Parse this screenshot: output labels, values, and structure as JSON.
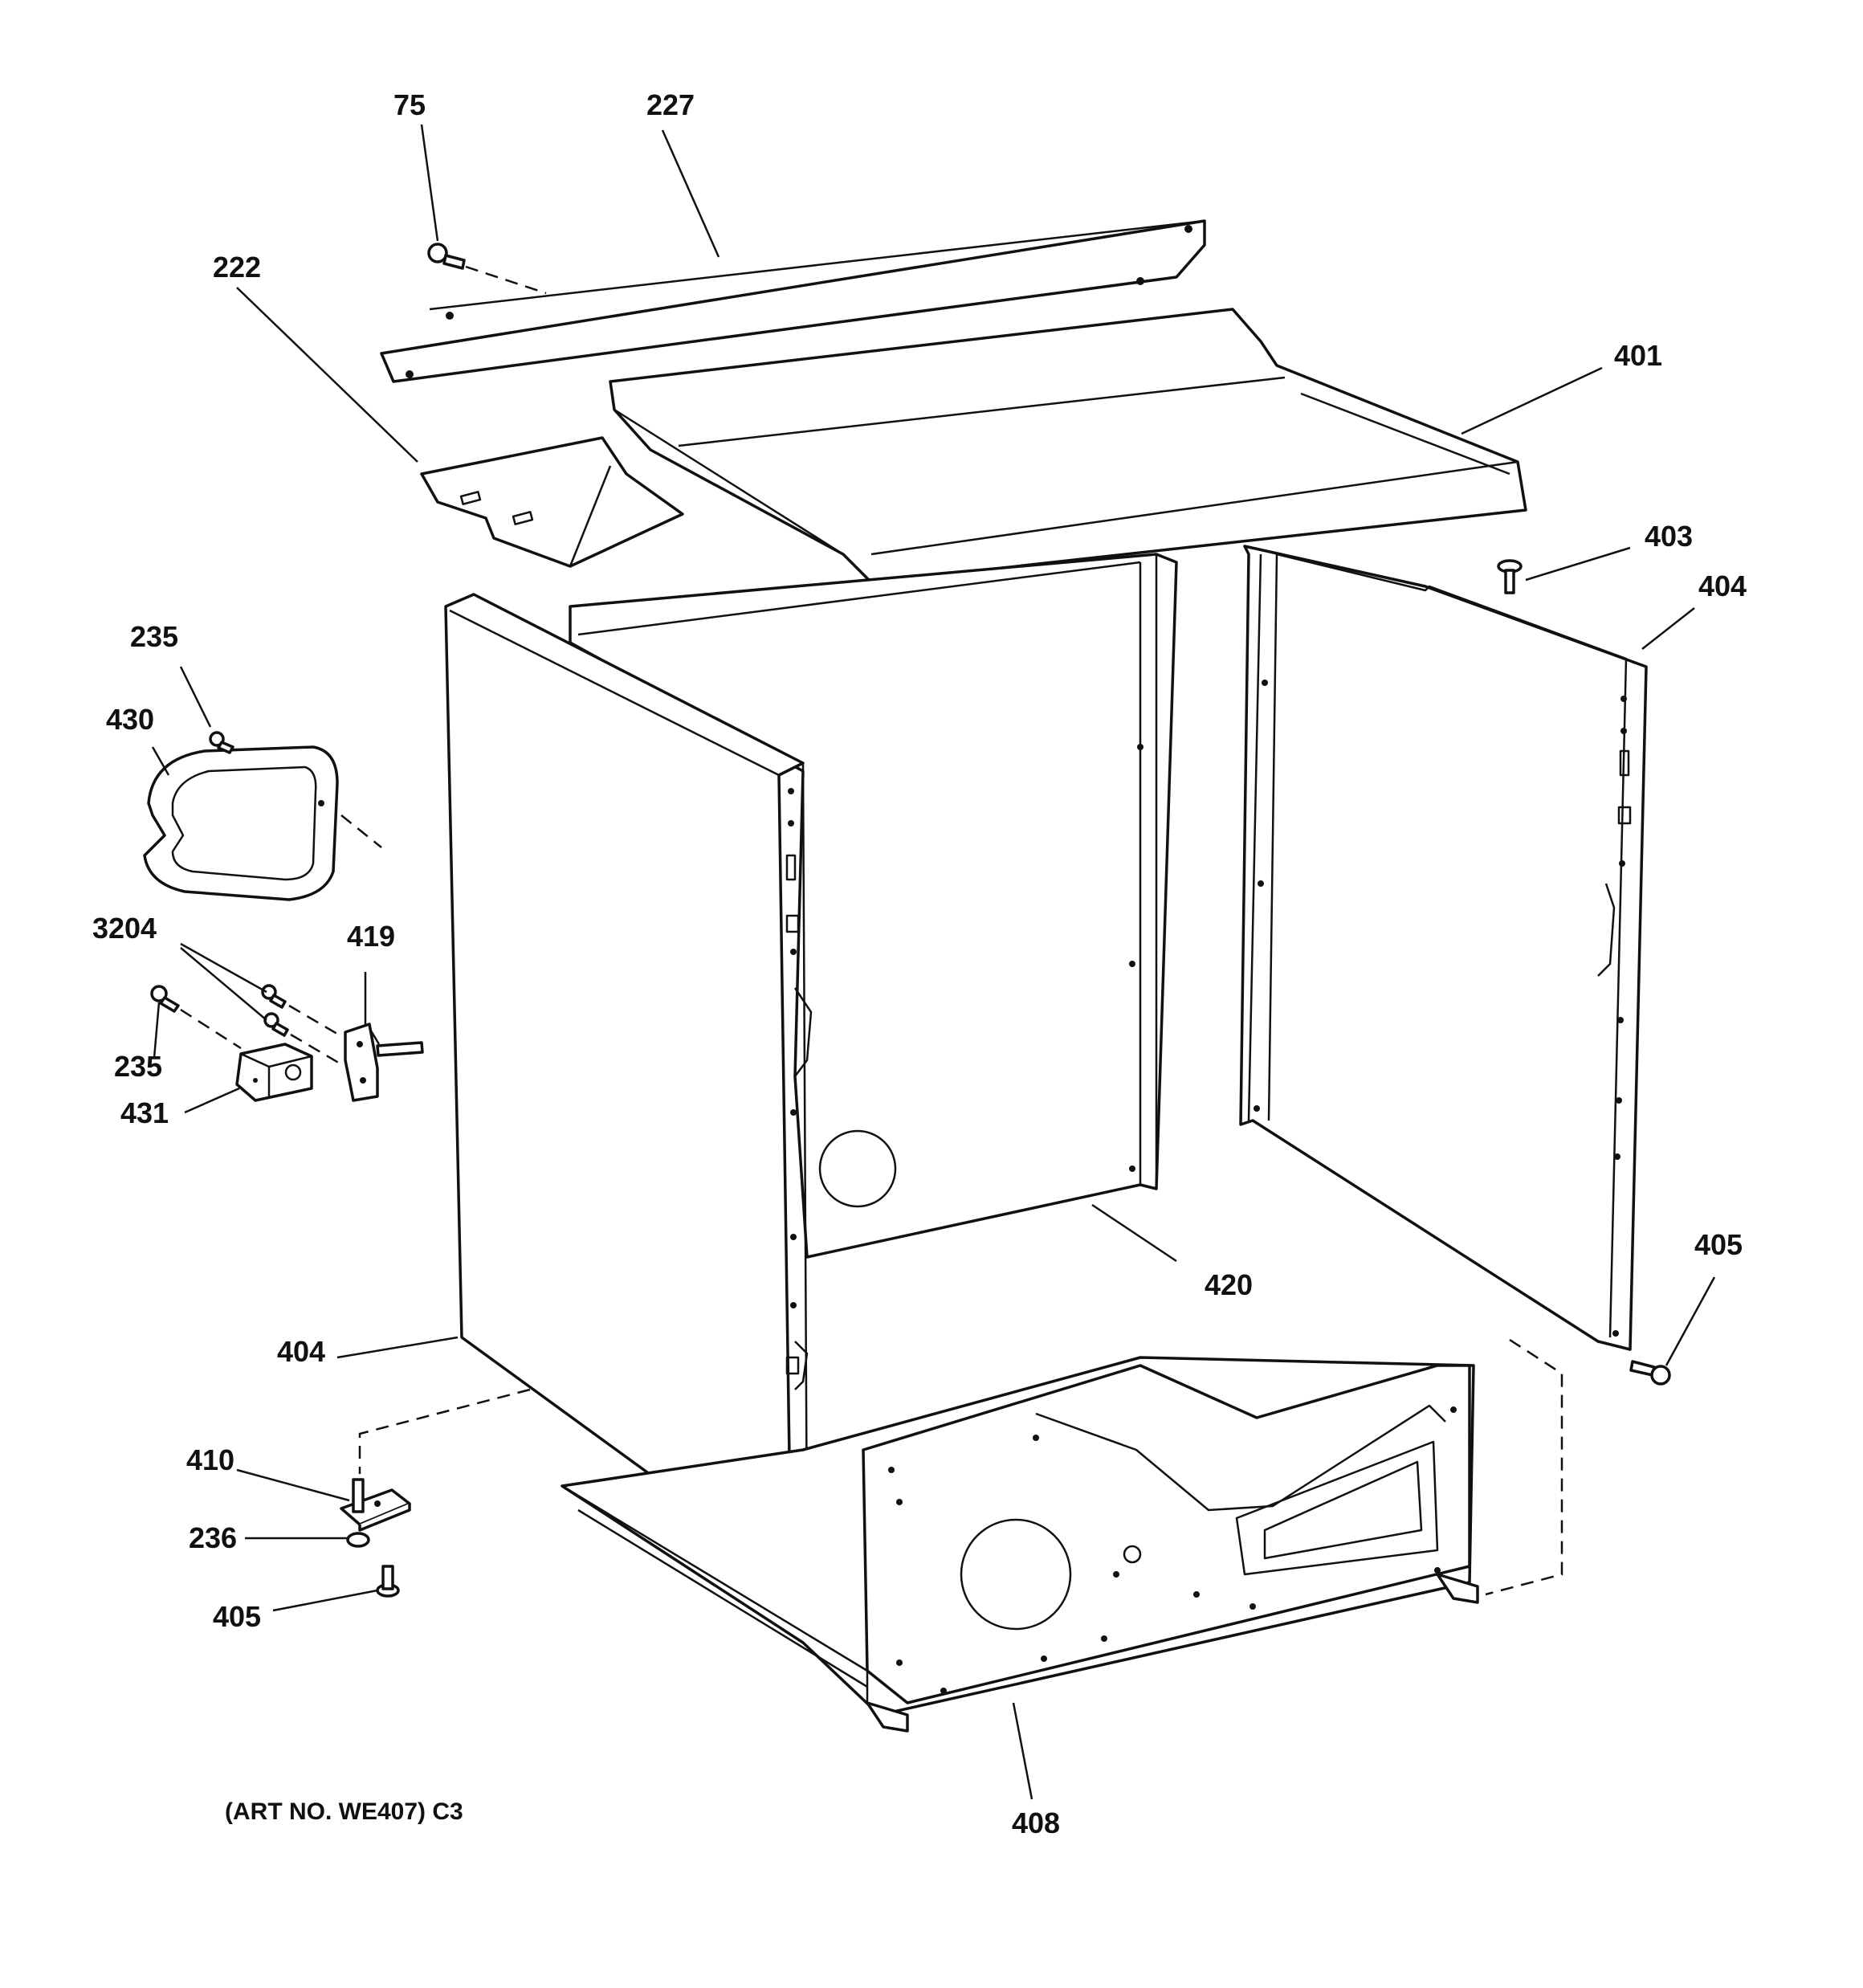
{
  "diagram": {
    "callouts": [
      {
        "id": "c75",
        "text": "75"
      },
      {
        "id": "c227",
        "text": "227"
      },
      {
        "id": "c222",
        "text": "222"
      },
      {
        "id": "c401",
        "text": "401"
      },
      {
        "id": "c403",
        "text": "403"
      },
      {
        "id": "c404r",
        "text": "404"
      },
      {
        "id": "c235a",
        "text": "235"
      },
      {
        "id": "c430",
        "text": "430"
      },
      {
        "id": "c3204",
        "text": "3204"
      },
      {
        "id": "c419",
        "text": "419"
      },
      {
        "id": "c235b",
        "text": "235"
      },
      {
        "id": "c431",
        "text": "431"
      },
      {
        "id": "c420",
        "text": "420"
      },
      {
        "id": "c405r",
        "text": "405"
      },
      {
        "id": "c404l",
        "text": "404"
      },
      {
        "id": "c410",
        "text": "410"
      },
      {
        "id": "c236",
        "text": "236"
      },
      {
        "id": "c405l",
        "text": "405"
      },
      {
        "id": "c408",
        "text": "408"
      }
    ],
    "art_number": "(ART NO. WE407) C3"
  }
}
